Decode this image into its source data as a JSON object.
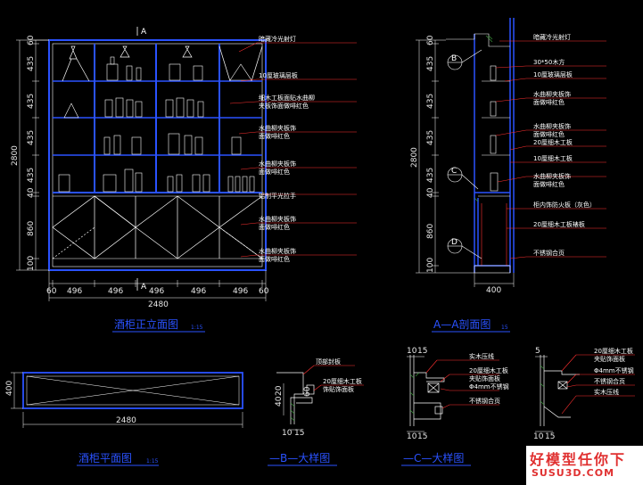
{
  "elevation": {
    "title": "酒柜正立面图",
    "scale": "1:15",
    "section_mark": "A",
    "left_dims": [
      "60",
      "435",
      "435",
      "435",
      "435",
      "40",
      "860",
      "100"
    ],
    "total_height": "2800",
    "bottom_dims": [
      "60",
      "496",
      "496",
      "496",
      "496",
      "496",
      "60"
    ],
    "total_width": "2480",
    "notes": [
      "暗藏冷光射灯",
      "10厘玻璃层板",
      "细木工板面贴水曲柳",
      "夹板饰面做啡红色",
      "水曲柳夹板饰",
      "面做啡红色",
      "水曲柳夹板饰",
      "面做啡红色",
      "铝制平光拉手",
      "水曲柳夹板饰",
      "面做啡红色",
      "水曲柳夹板饰",
      "面做啡红色"
    ]
  },
  "section": {
    "title": "A—A剖面图",
    "scale": "15",
    "left_dims": [
      "60",
      "435",
      "435",
      "435",
      "435",
      "40",
      "860",
      "100"
    ],
    "total_height": "2800",
    "bottom_dim": "400",
    "callouts": [
      "B",
      "C",
      "D"
    ],
    "notes": [
      "暗藏冷光射灯",
      "30*50木方",
      "10厘玻璃层板",
      "水曲柳夹板饰",
      "面做啡红色",
      "水曲柳夹板饰",
      "面做啡红色",
      "20厘细木工板",
      "10厘细木工板",
      "水曲柳夹板饰",
      "面做啡红色",
      "柜内饰防火板（灰色）",
      "20厘细木工板裱板",
      "不锈钢合页"
    ]
  },
  "plan": {
    "title": "酒柜平面图",
    "scale": "1:15",
    "width_dim": "2480",
    "depth_dim": "400"
  },
  "detail_b": {
    "title": "—B—大样图",
    "notes": [
      "顶部封板",
      "20厘细木工板",
      "饰贴饰面板"
    ],
    "dims": [
      "20",
      "40",
      "60",
      "10",
      "15"
    ]
  },
  "detail_c": {
    "title": "—C—大样图",
    "notes": [
      "实木压线",
      "20厘细木工板",
      "夹贴饰面板",
      "Φ4mm不锈钢",
      "不锈钢合页"
    ],
    "dims": [
      "10",
      "15"
    ]
  },
  "detail_d": {
    "notes": [
      "20厘细木工板",
      "夹贴饰面板",
      "Φ4mm不锈钢",
      "不锈钢合页",
      "实木压线"
    ],
    "dims": [
      "5",
      "10",
      "15"
    ]
  },
  "watermark": {
    "text": "好模型任你下",
    "url": "SUSU3D.COM"
  },
  "colors": {
    "background": "#000000",
    "frame": "#2a52ff",
    "linework": "#ffffff",
    "leader": "#ff3030",
    "hatch": "#3a9a3a"
  }
}
